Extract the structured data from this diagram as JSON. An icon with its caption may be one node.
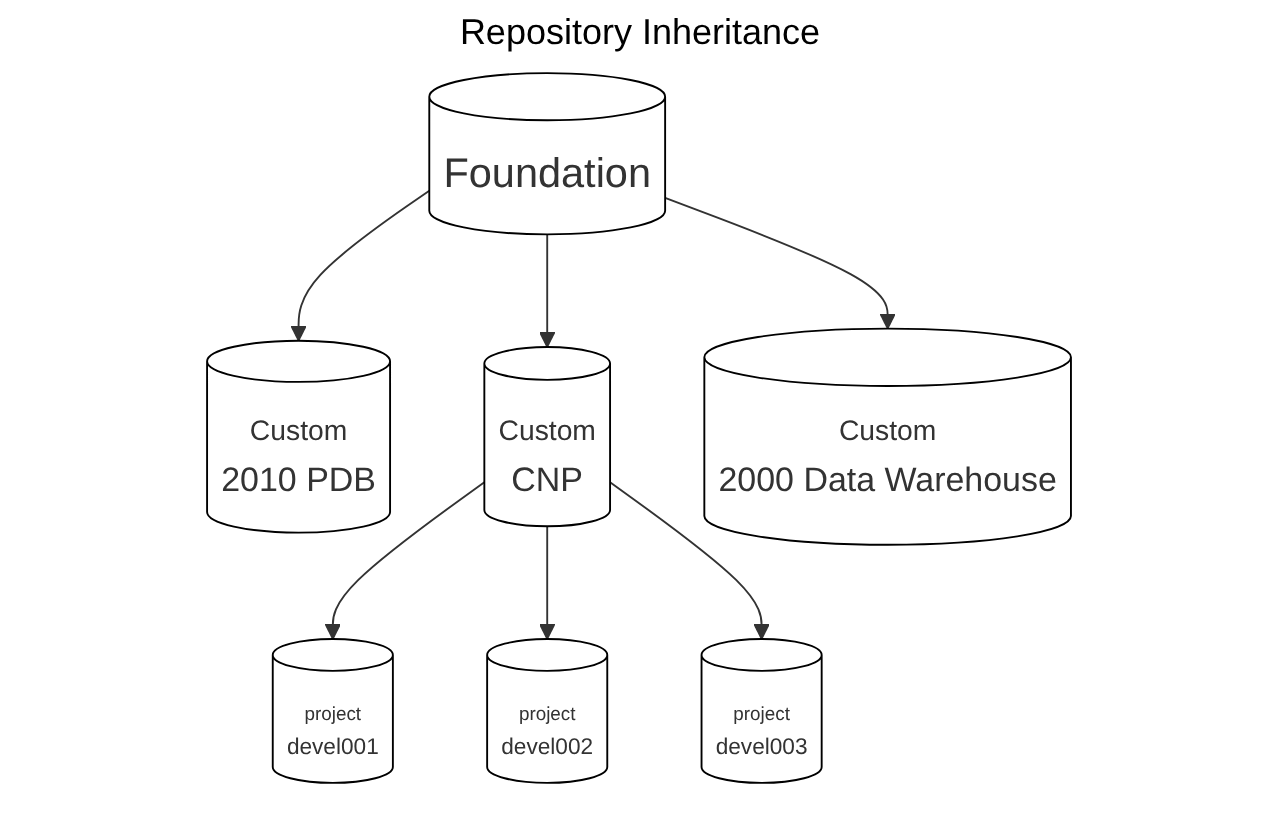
{
  "diagram": {
    "title": "Repository Inheritance",
    "nodes": [
      {
        "text": [
          "Foundation"
        ]
      },
      {
        "text": [
          "Custom",
          "2010 PDB"
        ]
      },
      {
        "text": [
          "Custom",
          "CNP"
        ]
      },
      {
        "text": [
          "Custom",
          "2000 Data Warehouse"
        ]
      },
      {
        "text": [
          "project",
          "devel001"
        ]
      },
      {
        "text": [
          "project",
          "devel002"
        ]
      },
      {
        "text": [
          "project",
          "devel003"
        ]
      }
    ],
    "edges": [
      {
        "from": 0,
        "to": 1,
        "arrow": "to"
      },
      {
        "from": 0,
        "to": 2,
        "arrow": "to"
      },
      {
        "from": 0,
        "to": 3,
        "arrow": "to"
      },
      {
        "from": 2,
        "to": 4,
        "arrow": "to"
      },
      {
        "from": 2,
        "to": 5,
        "arrow": "to"
      },
      {
        "from": 2,
        "to": 6,
        "arrow": "to"
      }
    ]
  }
}
